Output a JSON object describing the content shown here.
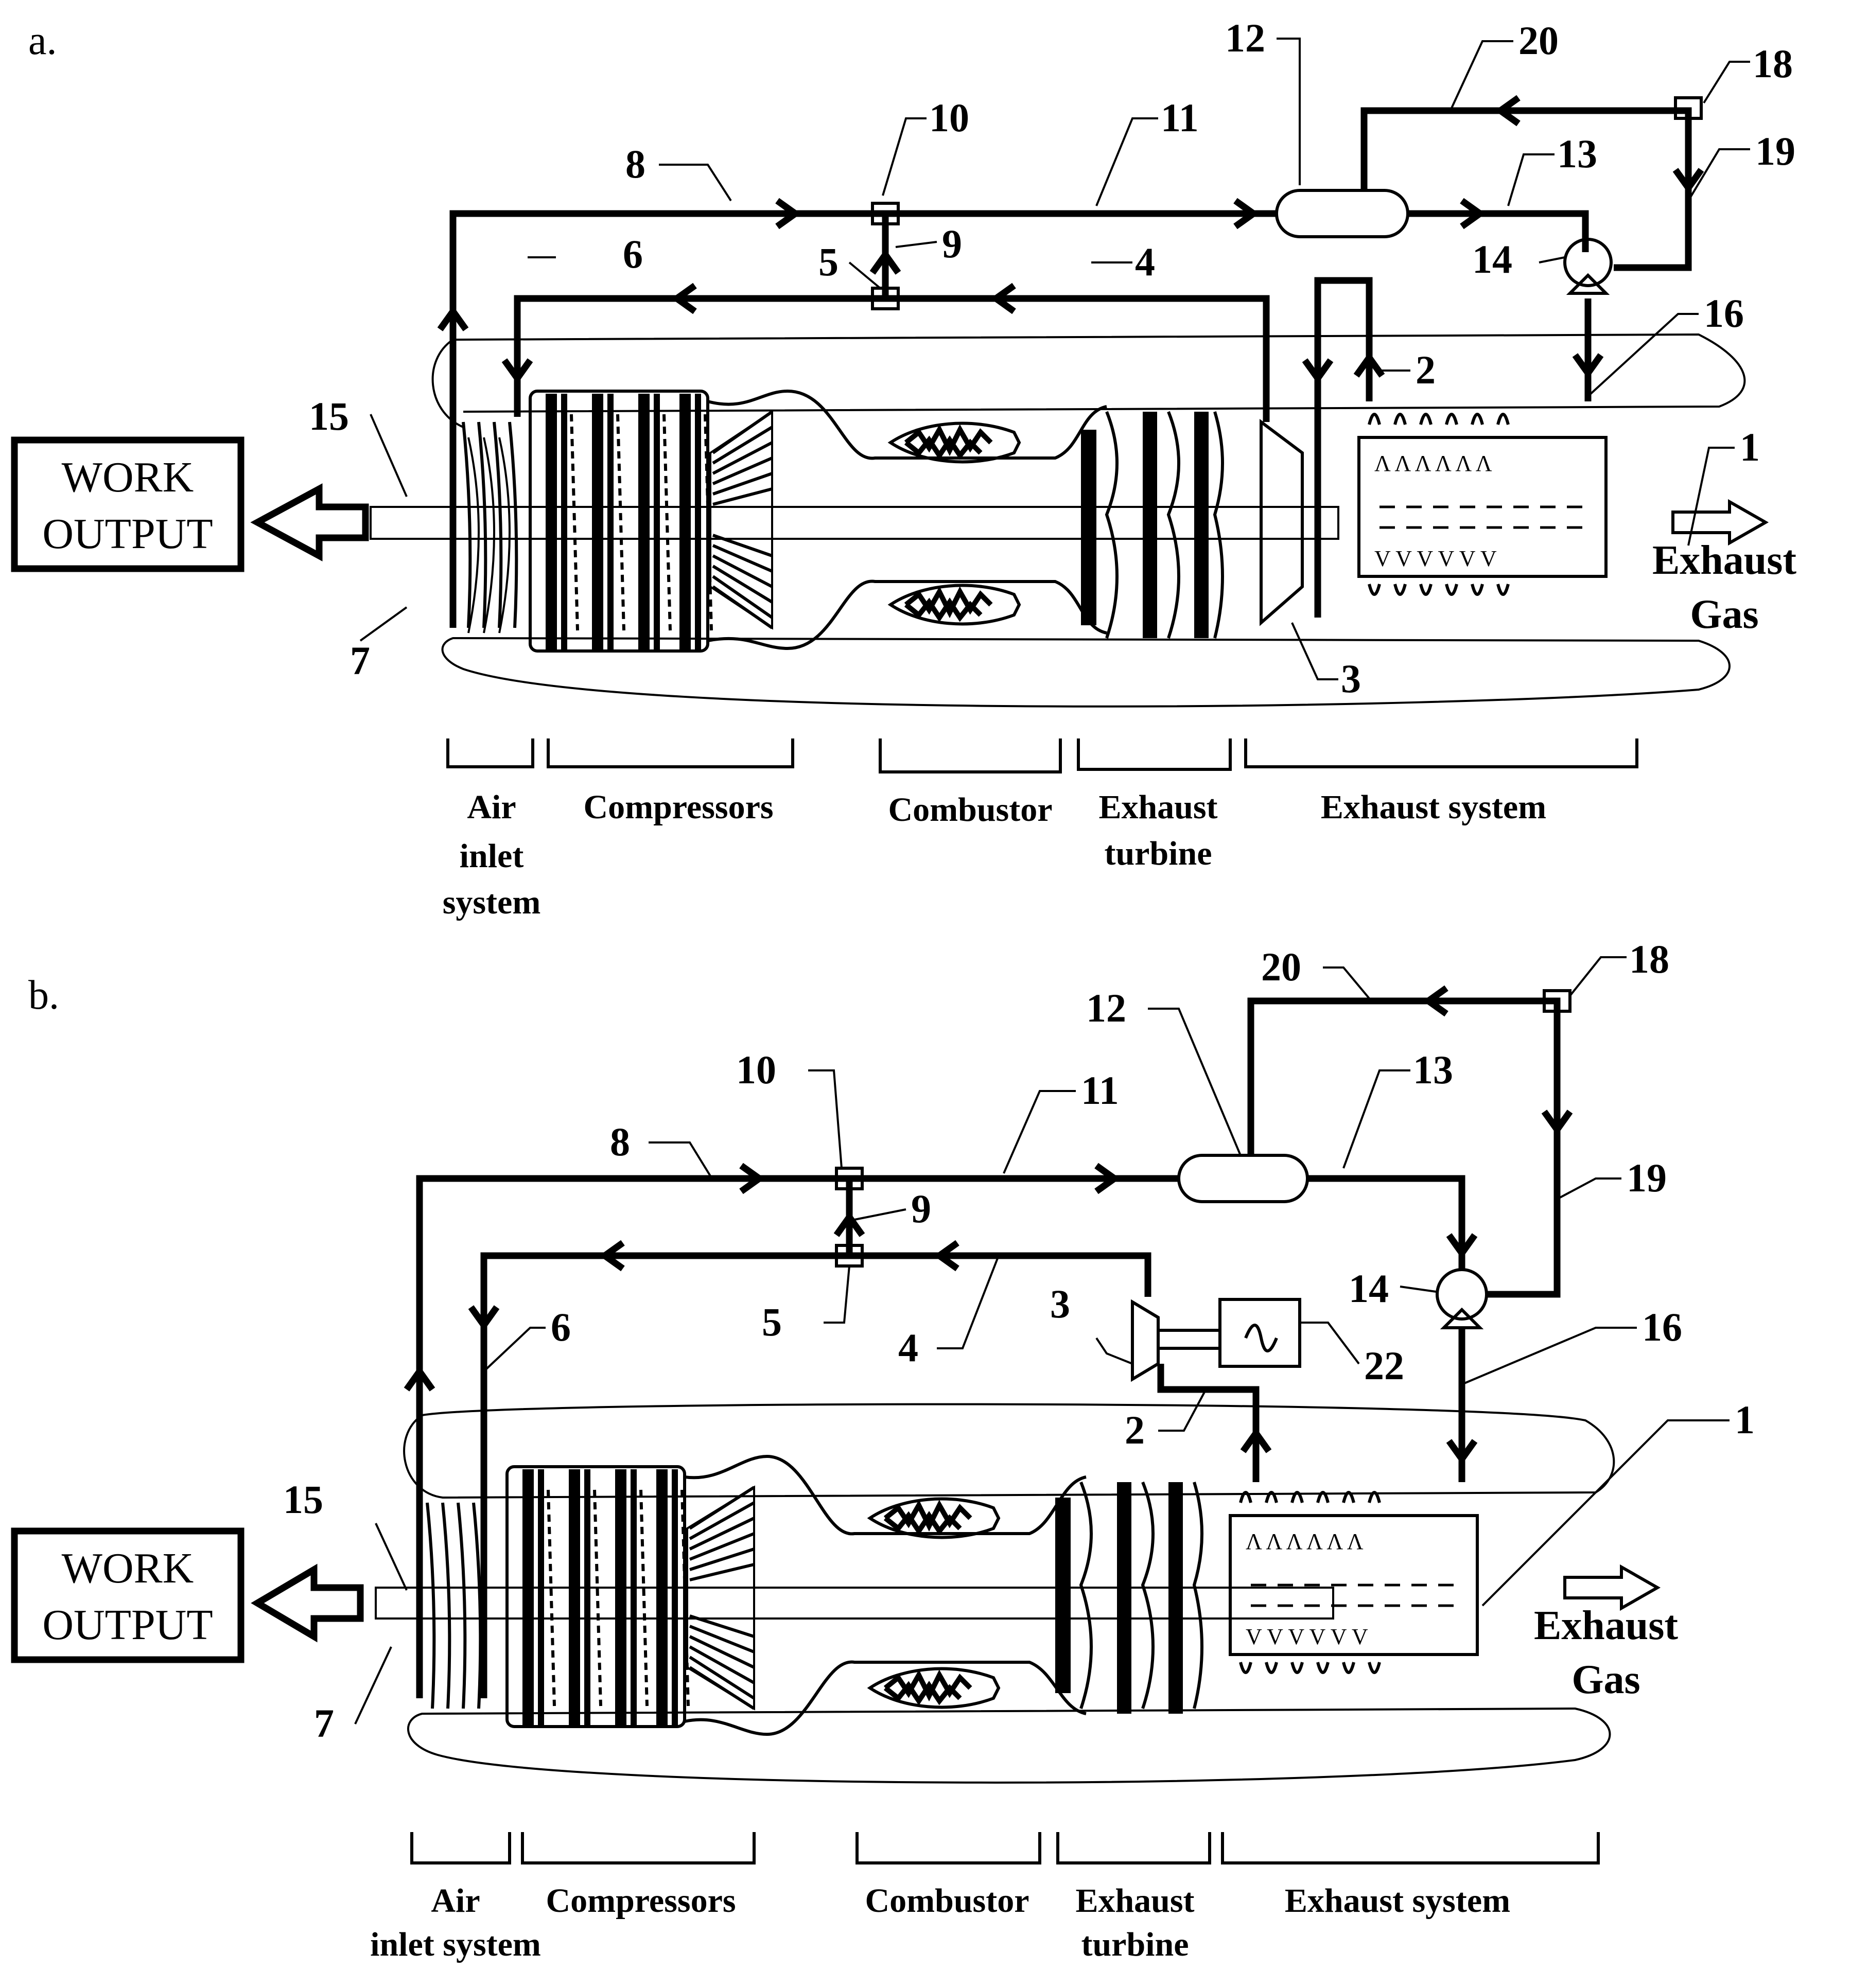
{
  "panels": [
    {
      "id": "a",
      "letter": "a.",
      "work_output": [
        "WORK",
        "OUTPUT"
      ],
      "exhaust_gas": [
        "Exhaust",
        "Gas"
      ],
      "sections": {
        "air_inlet": [
          "Air",
          "inlet",
          "system"
        ],
        "compressors": [
          "Compressors"
        ],
        "combustor": [
          "Combustor"
        ],
        "exhaust_turbine": [
          "Exhaust",
          "turbine"
        ],
        "exhaust_system": [
          "Exhaust system"
        ]
      },
      "numbers": [
        "1",
        "2",
        "3",
        "4",
        "5",
        "6",
        "7",
        "8",
        "9",
        "10",
        "11",
        "12",
        "13",
        "14",
        "15",
        "16",
        "18",
        "19",
        "20"
      ]
    },
    {
      "id": "b",
      "letter": "b.",
      "work_output": [
        "WORK",
        "OUTPUT"
      ],
      "exhaust_gas": [
        "Exhaust",
        "Gas"
      ],
      "sections": {
        "air_inlet": [
          "Air",
          "inlet system"
        ],
        "compressors": [
          "Compressors"
        ],
        "combustor": [
          "Combustor"
        ],
        "exhaust_turbine": [
          "Exhaust",
          "turbine"
        ],
        "exhaust_system": [
          "Exhaust system"
        ]
      },
      "numbers": [
        "1",
        "2",
        "3",
        "4",
        "5",
        "6",
        "7",
        "8",
        "9",
        "10",
        "11",
        "12",
        "13",
        "14",
        "15",
        "16",
        "18",
        "19",
        "20",
        "22"
      ]
    }
  ]
}
